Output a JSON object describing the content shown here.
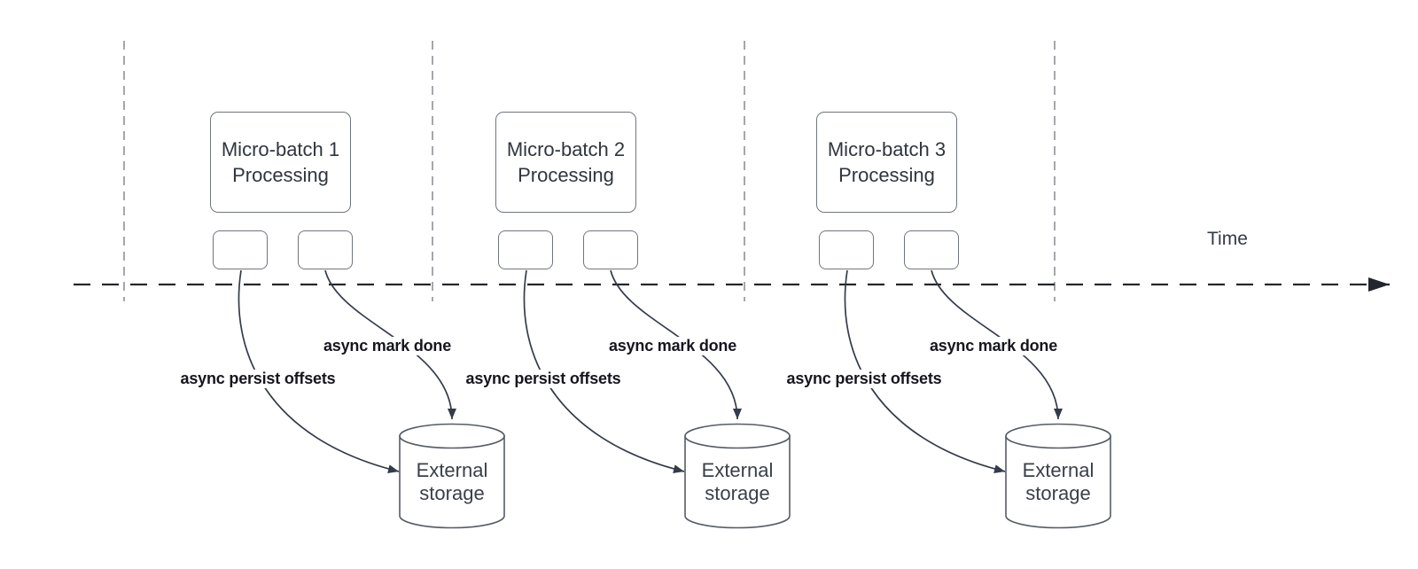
{
  "diagram": {
    "title_semantic": "micro-batch streaming async checkpoint timeline",
    "time_axis": {
      "label": "Time"
    },
    "colors": {
      "background": "#ffffff",
      "curve_line": "#343b49",
      "axis_line": "#23262d",
      "guide_line": "#a4a7ab",
      "shape_border": "#70757e",
      "cylinder_border": "#565c66",
      "node_text": "#30353f",
      "storage_text": "#3a3f49",
      "arrow_label_text": "#16161f"
    },
    "batches": [
      {
        "title_line1": "Micro-batch 1",
        "title_line2": "Processing",
        "persist_arrow_label": "async persist offsets",
        "mark_done_arrow_label": "async mark done",
        "storage_line1": "External",
        "storage_line2": "storage"
      },
      {
        "title_line1": "Micro-batch 2",
        "title_line2": "Processing",
        "persist_arrow_label": "async persist offsets",
        "mark_done_arrow_label": "async mark done",
        "storage_line1": "External",
        "storage_line2": "storage"
      },
      {
        "title_line1": "Micro-batch 3",
        "title_line2": "Processing",
        "persist_arrow_label": "async persist offsets",
        "mark_done_arrow_label": "async mark done",
        "storage_line1": "External",
        "storage_line2": "storage"
      }
    ]
  }
}
